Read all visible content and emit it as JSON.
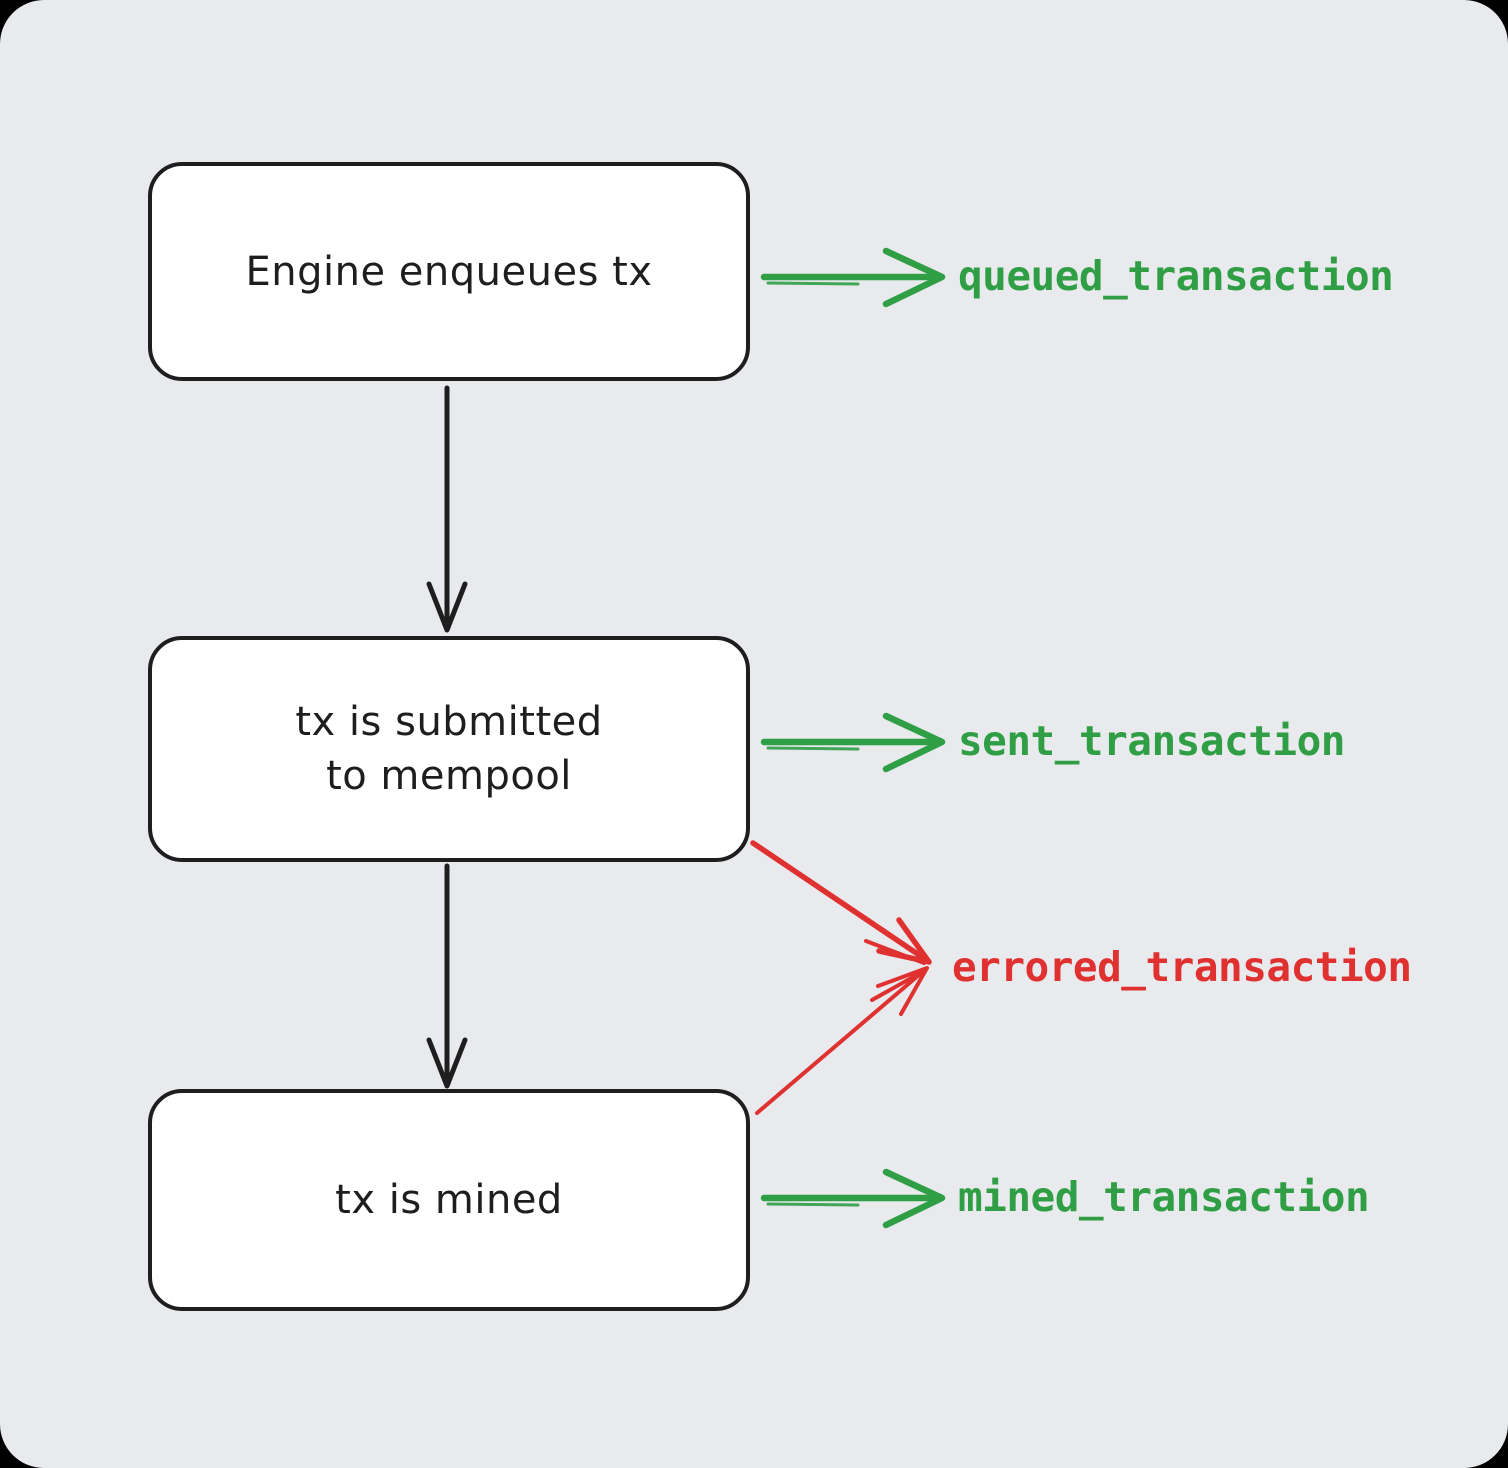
{
  "diagram": {
    "nodes": [
      {
        "label": "Engine enqueues tx"
      },
      {
        "label": "tx is submitted\nto mempool"
      },
      {
        "label": "tx is mined"
      }
    ],
    "events": [
      {
        "label": "queued_transaction",
        "color": "#2f9e44",
        "source": "Engine enqueues tx"
      },
      {
        "label": "sent_transaction",
        "color": "#2f9e44",
        "source": "tx is submitted\nto mempool"
      },
      {
        "label": "errored_transaction",
        "color": "#e03131",
        "source": "tx is submitted\nto mempool / tx is mined"
      },
      {
        "label": "mined_transaction",
        "color": "#2f9e44",
        "source": "tx is mined"
      }
    ],
    "colors": {
      "canvas_background": "#e8eaed",
      "node_fill": "#ffffff",
      "node_stroke": "#1e1e1e",
      "success_green": "#2f9e44",
      "error_red": "#e03131"
    }
  }
}
